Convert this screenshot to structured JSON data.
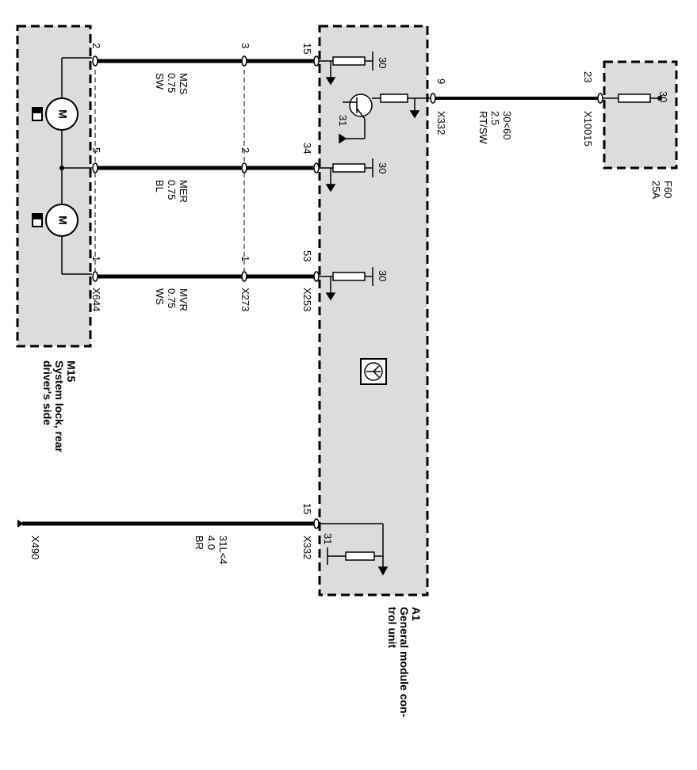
{
  "modules": {
    "m15": {
      "id": "M15",
      "name_lines": [
        "System lock, rear",
        "driver's side"
      ]
    },
    "a1": {
      "id": "A1",
      "name_lines": [
        "General module con-",
        "trol unit"
      ]
    },
    "f60": {
      "id": "F60",
      "rating": "25A",
      "pin": "30"
    }
  },
  "connectors": {
    "x644": "X644",
    "x273": "X273",
    "x253": "X253",
    "x332_top": "X332",
    "x332_bottom": "X332",
    "x10015": "X10015",
    "x490": "X490"
  },
  "pins": {
    "m15": [
      "2",
      "5",
      "1"
    ],
    "x273": [
      "3",
      "2",
      "1"
    ],
    "a1": [
      "15",
      "34",
      "53"
    ],
    "a1_supply": "9",
    "a1_ground": "15",
    "x10015": "23"
  },
  "wires": [
    {
      "name": "MZS",
      "size": "0.75",
      "color": "SW"
    },
    {
      "name": "MER",
      "size": "0.75",
      "color": "BL"
    },
    {
      "name": "MVR",
      "size": "0.75",
      "color": "WS"
    },
    {
      "name": "30<60",
      "size": "2.5",
      "color": "RT/SW"
    },
    {
      "name": "31L<4",
      "size": "4.0",
      "color": "BR"
    }
  ],
  "internal": {
    "terminal_30": "30",
    "terminal_31": "31",
    "motor_label": "M"
  }
}
